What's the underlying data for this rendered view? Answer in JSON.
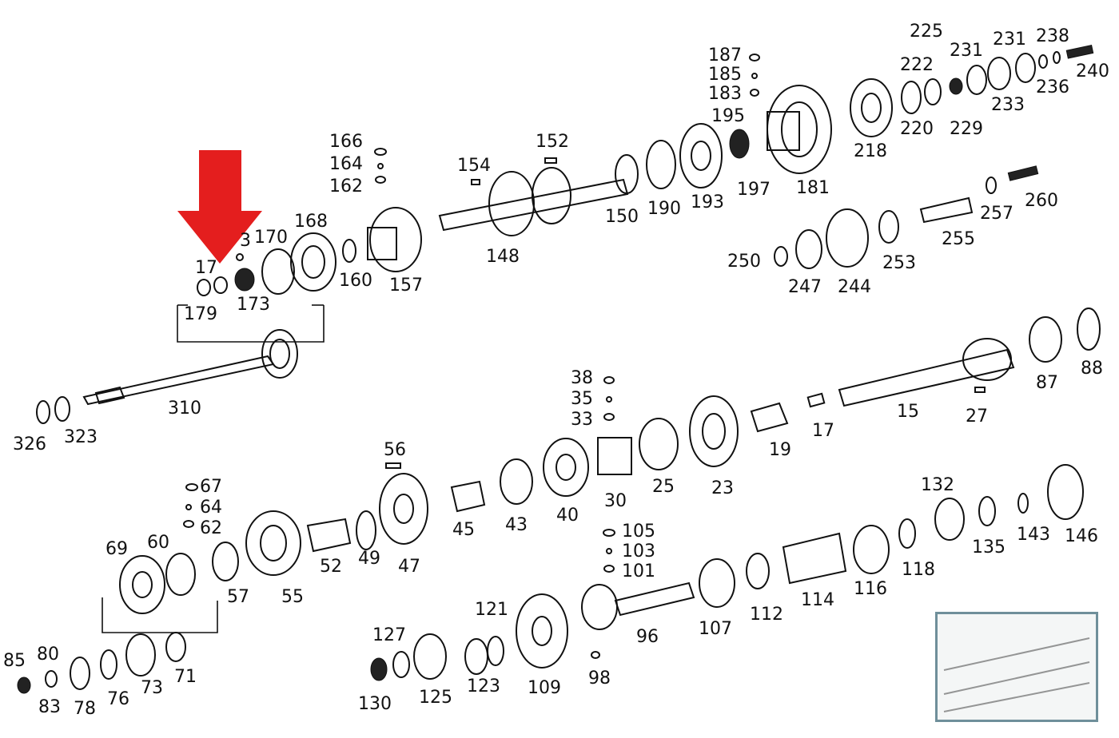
{
  "highlight": {
    "color": "#e41e1e",
    "target_part": "179"
  },
  "labels": {
    "n326": "326",
    "n323": "323",
    "n310": "310",
    "n179": "179",
    "n17x": "17",
    "n173": "173",
    "n3": "3",
    "n170": "170",
    "n168": "168",
    "n160": "160",
    "n157": "157",
    "n166": "166",
    "n164": "164",
    "n162": "162",
    "n154": "154",
    "n152": "152",
    "n148": "148",
    "n150": "150",
    "n190": "190",
    "n193": "193",
    "n187": "187",
    "n185": "185",
    "n183": "183",
    "n195": "195",
    "n197": "197",
    "n181": "181",
    "n218": "218",
    "n220": "220",
    "n222": "222",
    "n225": "225",
    "n229": "229",
    "n231a": "231",
    "n231b": "231",
    "n233": "233",
    "n236": "236",
    "n238": "238",
    "n240": "240",
    "n250": "250",
    "n247": "247",
    "n244": "244",
    "n253": "253",
    "n255": "255",
    "n257": "257",
    "n260": "260",
    "n15": "15",
    "n27": "27",
    "n87": "87",
    "n88": "88",
    "n17": "17",
    "n19": "19",
    "n23": "23",
    "n25": "25",
    "n30": "30",
    "n38": "38",
    "n35": "35",
    "n33": "33",
    "n40": "40",
    "n43": "43",
    "n45": "45",
    "n47": "47",
    "n56": "56",
    "n49": "49",
    "n52": "52",
    "n55": "55",
    "n57": "57",
    "n60": "60",
    "n69": "69",
    "n67": "67",
    "n64": "64",
    "n62": "62",
    "n71": "71",
    "n73": "73",
    "n76": "76",
    "n78": "78",
    "n80": "80",
    "n85": "85",
    "n83": "83",
    "n105": "105",
    "n103": "103",
    "n101": "101",
    "n96": "96",
    "n98": "98",
    "n107": "107",
    "n112": "112",
    "n114": "114",
    "n116": "116",
    "n118": "118",
    "n132": "132",
    "n135": "135",
    "n143": "143",
    "n146": "146",
    "n109": "109",
    "n121": "121",
    "n123": "123",
    "n125": "125",
    "n127": "127",
    "n130": "130"
  }
}
